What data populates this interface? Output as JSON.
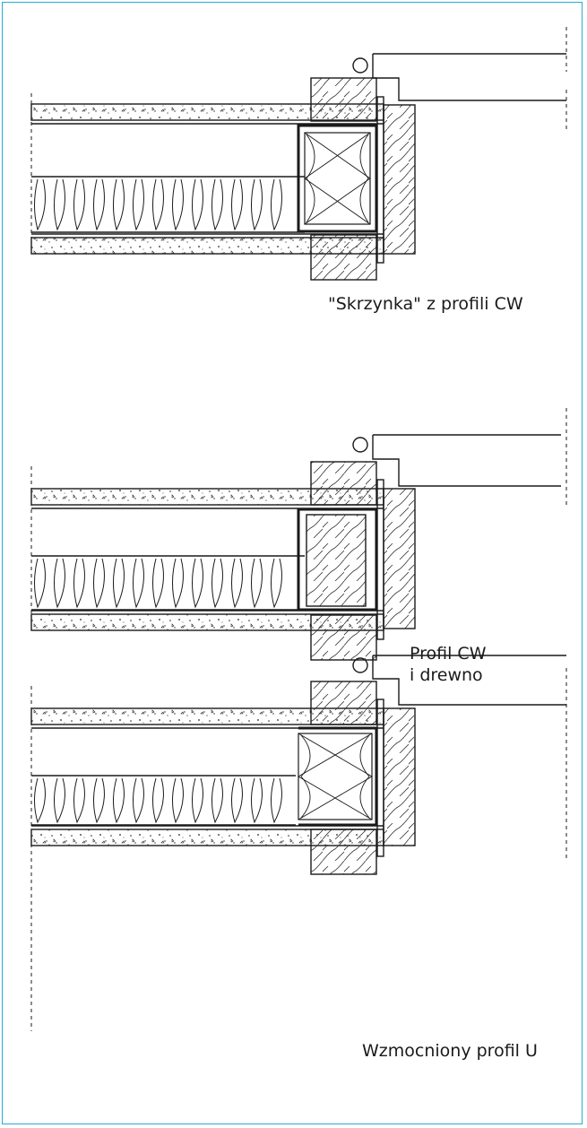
{
  "figure": {
    "border_color": "#29abd6",
    "line_color": "#1a1a1a",
    "details": [
      {
        "caption_lines": [
          "\"Skrzynka\" z profili CW"
        ]
      },
      {
        "caption_lines": [
          "Profil CW",
          "i drewno"
        ]
      },
      {
        "caption_lines": [
          "Wzmocniony profil U"
        ]
      }
    ]
  }
}
